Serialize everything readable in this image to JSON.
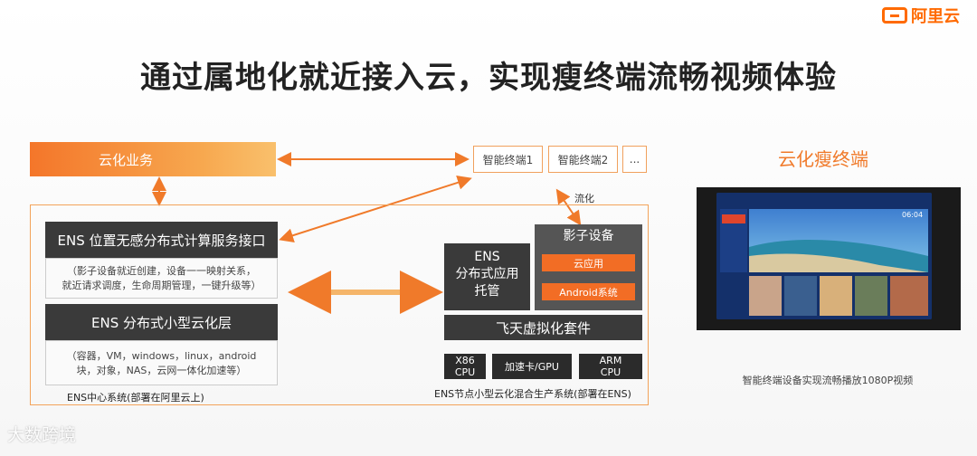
{
  "brand": {
    "logo_text": "阿里云"
  },
  "slide": {
    "title": "通过属地化就近接入云，实现瘦终端流畅视频体验"
  },
  "diagram": {
    "cloud_business": "云化业务",
    "terminals": [
      "智能终端1",
      "智能终端2",
      "..."
    ],
    "flow_label": "流化",
    "ens_interface": "ENS 位置无感分布式计算服务接口",
    "ens_interface_desc_line1": "（影子设备就近创建，设备一一映射关系，",
    "ens_interface_desc_line2": "就近请求调度，生命周期管理，一键升级等）",
    "ens_layer": "ENS 分布式小型云化层",
    "ens_layer_desc_line1": "（容器，VM，windows，linux，android",
    "ens_layer_desc_line2": "块，对象，NAS，云网一体化加速等）",
    "ens_center": "ENS中心系统(部署在阿里云上)",
    "ens_app_line1": "ENS",
    "ens_app_line2": "分布式应用",
    "ens_app_line3": "托管",
    "shadow_device": "影子设备",
    "cloud_app": "云应用",
    "android_system": "Android系统",
    "feitian": "飞天虚拟化套件",
    "hw_x86_line1": "X86",
    "hw_x86_line2": "CPU",
    "hw_gpu": "加速卡/GPU",
    "hw_arm_line1": "ARM",
    "hw_arm_line2": "CPU",
    "ens_node": "ENS节点小型云化混合生产系统(部署在ENS)"
  },
  "right_panel": {
    "title": "云化瘦终端",
    "video_caption": "智能终端设备实现流畅播放1080P视频",
    "screen_time": "06:04"
  },
  "watermark": "大数跨境",
  "colors": {
    "accent": "#f26d25",
    "dark_box": "#3a3a3a",
    "border": "#f3a35a"
  }
}
